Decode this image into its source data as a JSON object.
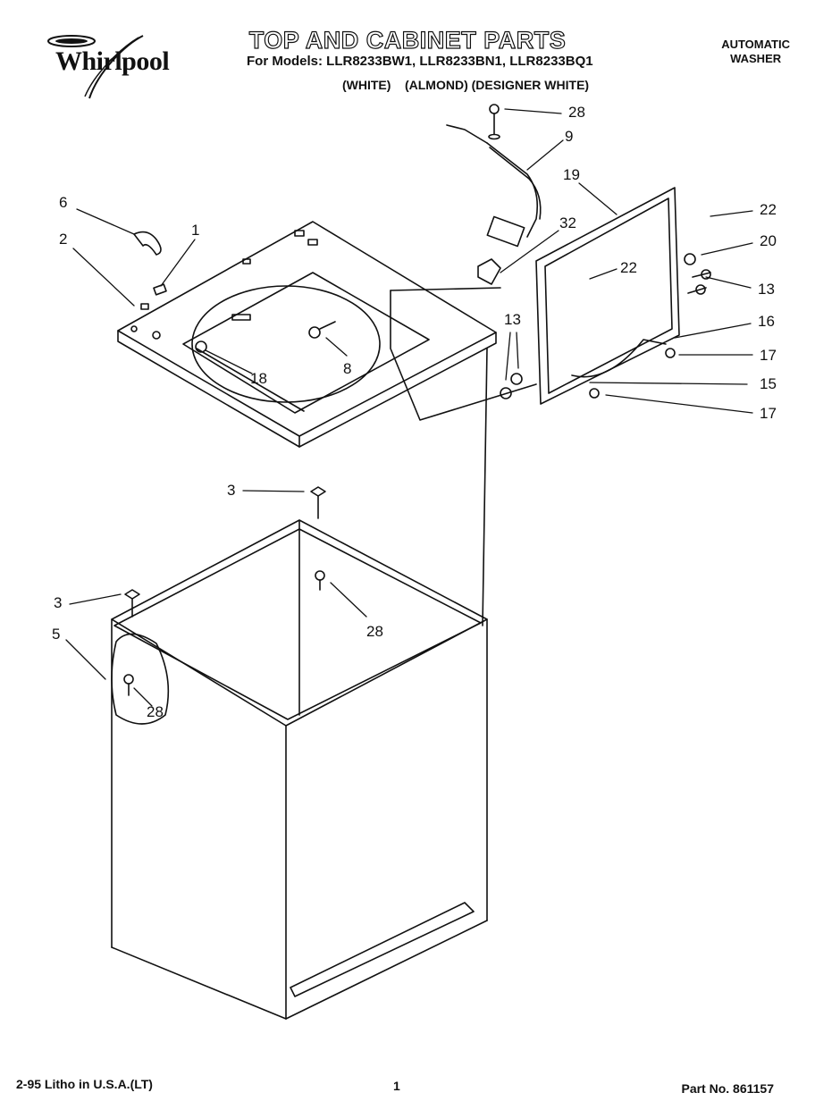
{
  "brand": {
    "logo_text": "Whirlpool"
  },
  "header": {
    "title": "TOP AND CABINET PARTS",
    "models": "For Models: LLR8233BW1, LLR8233BN1, LLR8233BQ1",
    "finishes": "(WHITE)    (ALMOND) (DESIGNER WHITE)",
    "product_line1": "AUTOMATIC",
    "product_line2": "WASHER"
  },
  "callouts": [
    "28",
    "9",
    "19",
    "22",
    "6",
    "2",
    "1",
    "32",
    "20",
    "22",
    "13",
    "16",
    "17",
    "8",
    "18",
    "13",
    "15",
    "17",
    "3",
    "28",
    "3",
    "5",
    "28"
  ],
  "footer": {
    "left": "2-95 Litho in U.S.A.(LT)",
    "center": "1",
    "right": "Part No. 861157"
  },
  "colors": {
    "ink": "#111111",
    "paper": "#ffffff"
  }
}
